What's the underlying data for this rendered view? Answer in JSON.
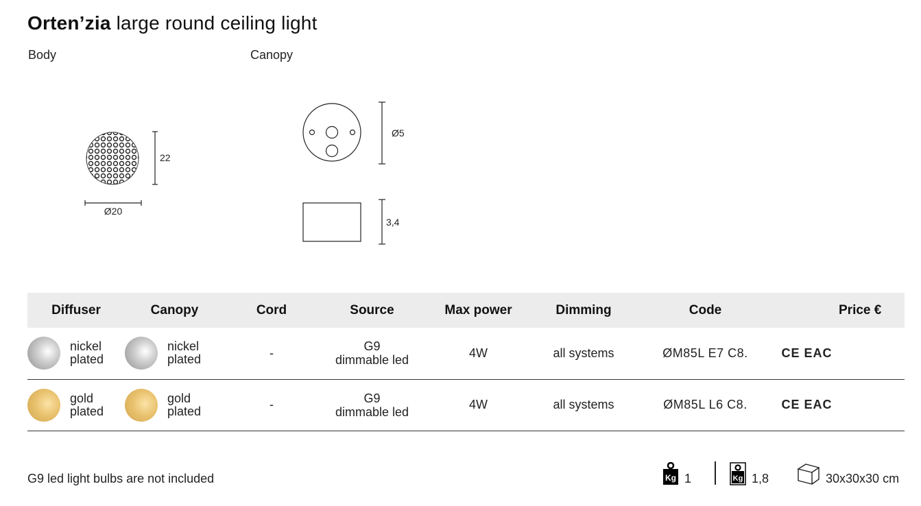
{
  "title": {
    "name": "Orten’zia",
    "desc": "large round ceiling light"
  },
  "drawings": {
    "body_label": "Body",
    "canopy_label": "Canopy",
    "body_height": "22",
    "body_diameter": "Ø20",
    "canopy_diameter": "Ø5",
    "canopy_height": "3,4"
  },
  "table": {
    "headers": [
      "Diffuser",
      "Canopy",
      "Cord",
      "Source",
      "Max power",
      "Dimming",
      "Code",
      "",
      "Price €"
    ],
    "rows": [
      {
        "diffuser_l1": "nickel",
        "diffuser_l2": "plated",
        "canopy_l1": "nickel",
        "canopy_l2": "plated",
        "cord": "-",
        "source_l1": "G9",
        "source_l2": "dimmable led",
        "max_power": "4W",
        "dimming": "all systems",
        "code": "ØM85L E7 C8.",
        "cert": "CE EAC",
        "price": "",
        "swatch": "nickel"
      },
      {
        "diffuser_l1": "gold",
        "diffuser_l2": "plated",
        "canopy_l1": "gold",
        "canopy_l2": "plated",
        "cord": "-",
        "source_l1": "G9",
        "source_l2": "dimmable led",
        "max_power": "4W",
        "dimming": "all systems",
        "code": "ØM85L L6 C8.",
        "cert": "CE EAC",
        "price": "",
        "swatch": "gold"
      }
    ]
  },
  "footer": {
    "note": "G9 led light bulbs are not included",
    "net_weight": "1",
    "gross_weight": "1,8",
    "box_size": "30x30x30 cm",
    "weight_icon_text": "Kg"
  },
  "colors": {
    "nickel": "#c8c8c8",
    "gold": "#e6bf6a",
    "header_bg": "#ececec"
  }
}
